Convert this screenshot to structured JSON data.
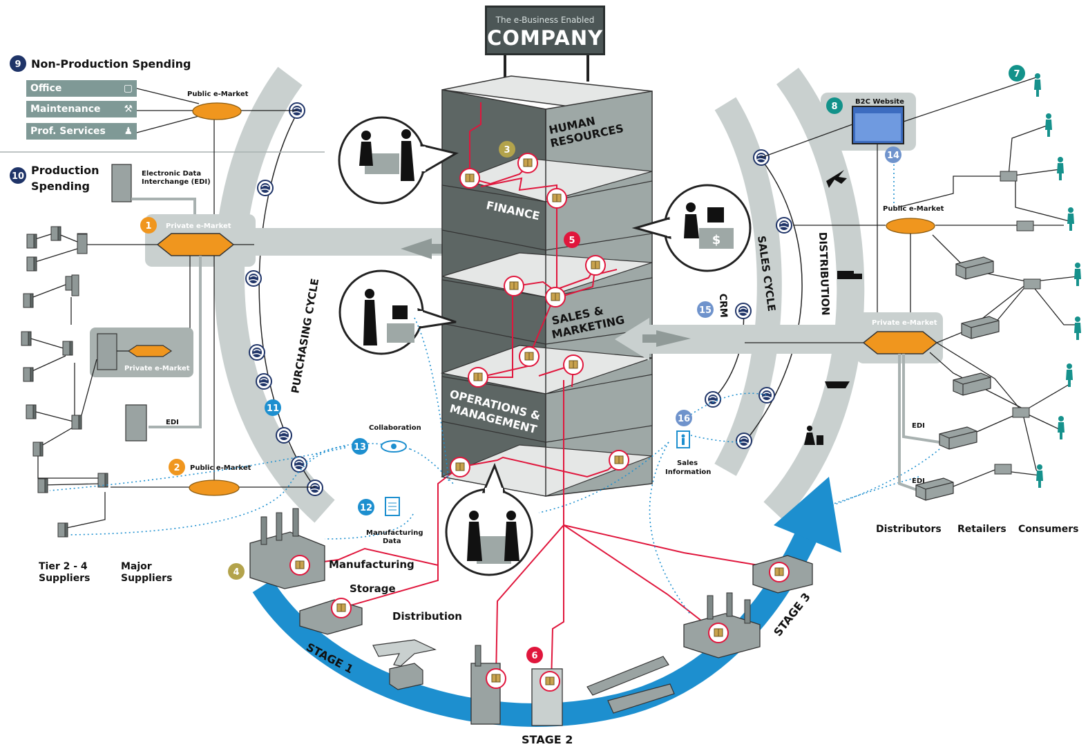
{
  "sign": {
    "subtitle": "The e-Business Enabled",
    "title": "COMPANY"
  },
  "left": {
    "non_production": {
      "num": "9",
      "label": "Non-Production Spending"
    },
    "production": {
      "num": "10",
      "label_line1": "Production",
      "label_line2": "Spending"
    },
    "categories": [
      {
        "label": "Office",
        "icon": "box-icon"
      },
      {
        "label": "Maintenance",
        "icon": "wrench-icon"
      },
      {
        "label": "Prof. Services",
        "icon": "person-icon"
      }
    ],
    "public_emarket_top": "Public e-Market",
    "edi_top_line1": "Electronic Data",
    "edi_top_line2": "Interchange (EDI)",
    "private_emarket_main": {
      "num": "1",
      "label": "Private e-Market"
    },
    "private_emarket_small": "Private e-Market",
    "edi_bottom": "EDI",
    "public_emarket_bottom": {
      "num": "2",
      "label": "Public e-Market"
    },
    "tier_suppliers_line1": "Tier 2 - 4",
    "tier_suppliers_line2": "Suppliers",
    "major_suppliers_line1": "Major",
    "major_suppliers_line2": "Suppliers"
  },
  "arcs": {
    "purchasing_cycle": "PURCHASING CYCLE",
    "purchasing_num": "11",
    "sales_cycle": "SALES CYCLE",
    "distribution": "DISTRIBUTION",
    "crm_label": "CRM",
    "crm_num": "15"
  },
  "building": {
    "floors": [
      {
        "line1": "HUMAN",
        "line2": "RESOURCES"
      },
      {
        "line1": "FINANCE",
        "line2": ""
      },
      {
        "line1": "SALES &",
        "line2": "MARKETING"
      },
      {
        "line1": "OPERATIONS &",
        "line2": "MANAGEMENT"
      }
    ],
    "num_hr": "3",
    "num_finance": "5"
  },
  "middle_bottom": {
    "collaboration": {
      "num": "13",
      "label": "Collaboration"
    },
    "manufacturing_data": {
      "num": "12",
      "line1": "Manufacturing",
      "line2": "Data"
    },
    "sales_info": {
      "num": "16",
      "line1": "Sales",
      "line2": "Information"
    }
  },
  "supply_chain": {
    "num_stage1": "4",
    "num_stage2": "6",
    "manufacturing": "Manufacturing",
    "storage": "Storage",
    "distribution": "Distribution",
    "stage1": "STAGE 1",
    "stage2": "STAGE 2",
    "stage3": "STAGE 3"
  },
  "right": {
    "num_consumer": "7",
    "b2c": {
      "num": "8",
      "label": "B2C Website"
    },
    "num_website_link": "14",
    "public_emarket": "Public e-Market",
    "private_emarket": "Private e-Market",
    "edi_1": "EDI",
    "edi_2": "EDI",
    "distributors": "Distributors",
    "retailers": "Retailers",
    "consumers": "Consumers"
  },
  "colors": {
    "navy": "#1f3468",
    "orange": "#f0961e",
    "olive": "#b3a34b",
    "red": "#e0163c",
    "blue": "#1d8fcf",
    "lightblue": "#6f93cc",
    "teal": "#12928a",
    "arc_gray": "#c9d0cf",
    "building_dark": "#5d6664",
    "building_mid": "#9ea8a6",
    "building_floor": "#e5e7e6"
  }
}
